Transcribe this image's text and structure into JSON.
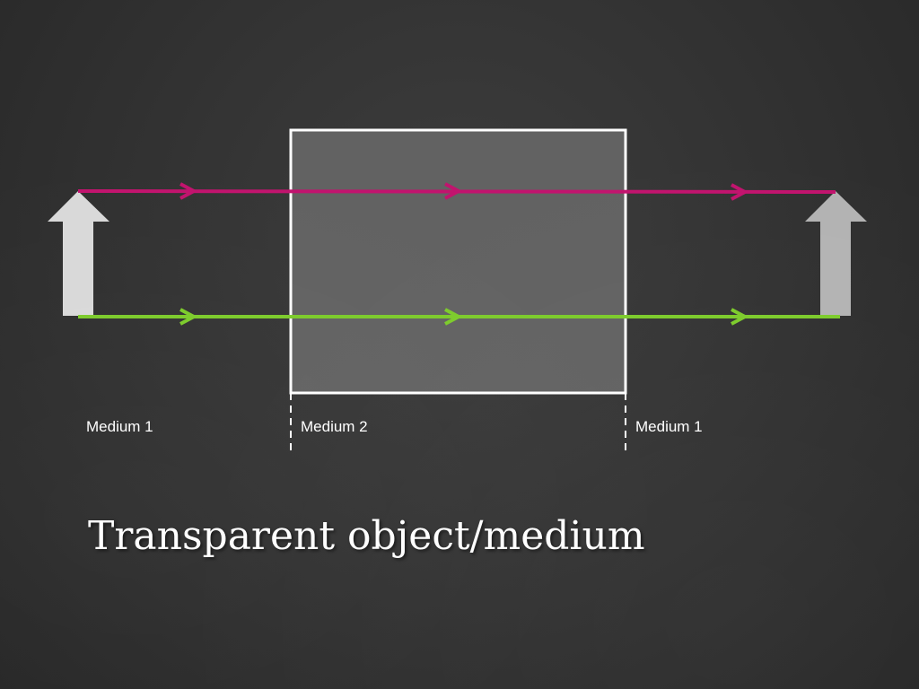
{
  "labels": {
    "medium_left": "Medium 1",
    "medium_middle": "Medium 2",
    "medium_right": "Medium 1"
  },
  "title": "Transparent object/medium",
  "colors": {
    "background": "#2f2f2f",
    "medium_box_fill": "#626262",
    "medium_box_border": "#ffffff",
    "top_ray": "#c2136e",
    "bottom_ray": "#7ccb2b",
    "object_arrow": "#d9d9d9",
    "image_arrow": "#b3b3b3",
    "boundary_line": "#ffffff"
  },
  "icons": {
    "object": "up-arrow-icon",
    "image": "up-arrow-icon"
  }
}
